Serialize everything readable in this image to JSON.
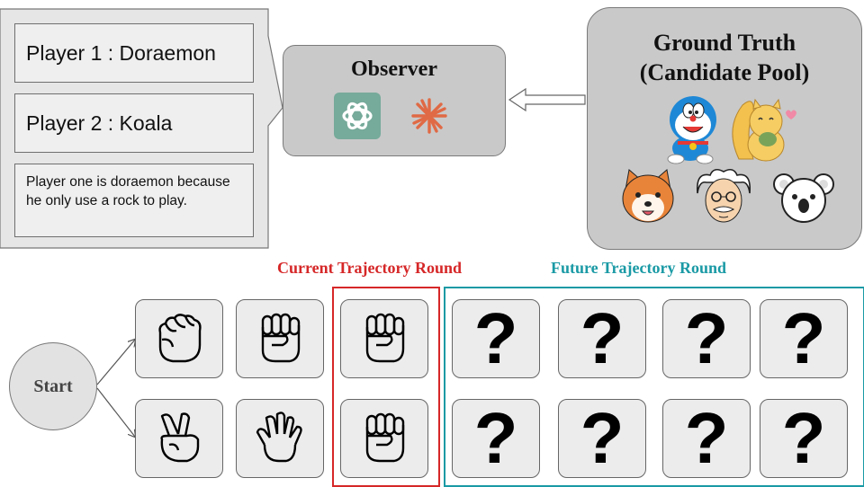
{
  "speech_panel": {
    "player1": "Player 1 : Doraemon",
    "player2": "Player 2 : Koala",
    "reasoning": "Player one is doraemon because he only use a rock to play."
  },
  "observer": {
    "title": "Observer",
    "models": [
      "openai-logo",
      "claude-logo"
    ]
  },
  "ground_truth": {
    "title_line1": "Ground Truth",
    "title_line2": "(Candidate Pool)",
    "candidates": [
      "doraemon",
      "squirrel",
      "shiba-dog",
      "einstein",
      "koala"
    ]
  },
  "trajectory": {
    "start_label": "Start",
    "current_label": "Current Trajectory Round",
    "future_label": "Future Trajectory Round",
    "current_color": "#d62728",
    "future_color": "#1a9aa5",
    "player1_moves": [
      "rock",
      "rock",
      "rock"
    ],
    "player2_moves": [
      "scissors",
      "paper",
      "rock"
    ],
    "unknown_symbol": "?"
  }
}
